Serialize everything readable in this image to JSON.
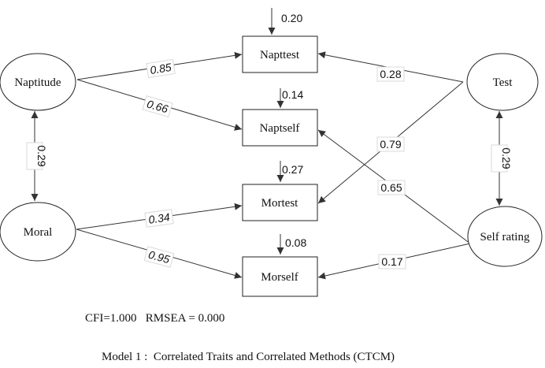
{
  "nodes": {
    "naptitude": "Naptitude",
    "moral": "Moral",
    "test": "Test",
    "self_rating": "Self rating",
    "napttest": "Napttest",
    "naptself": "Naptself",
    "mortest": "Mortest",
    "morself": "Morself"
  },
  "errors": {
    "napttest": "0.20",
    "naptself": "0.14",
    "mortest": "0.27",
    "morself": "0.08"
  },
  "paths": {
    "naptitude_napttest": "0.85",
    "naptitude_naptself": "0.66",
    "moral_mortest": "0.34",
    "moral_morself": "0.95",
    "test_napttest": "0.28",
    "test_mortest": "0.79",
    "selfrating_naptself": "0.65",
    "selfrating_morself": "0.17"
  },
  "correlations": {
    "naptitude_moral": "0.29",
    "test_selfrating": "0.29"
  },
  "fit_text": "CFI=1.000   RMSEA = 0.000",
  "caption": "Model 1 :  Correlated Traits and Correlated Methods (CTCM)"
}
